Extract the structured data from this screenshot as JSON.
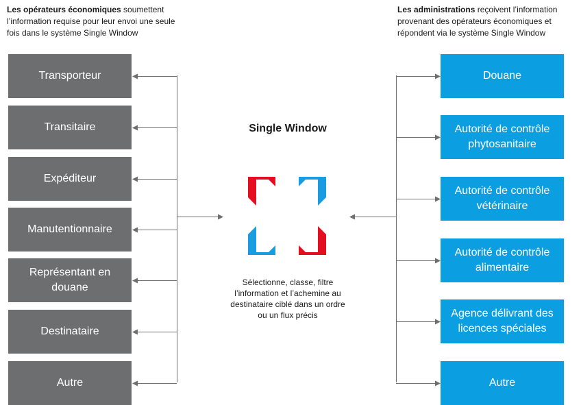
{
  "intro_left": {
    "bold": "Les opérateurs économiques",
    "text": " soumettent l’information requise pour leur envoi une seule fois dans le système Single Window"
  },
  "intro_right": {
    "bold": "Les administrations",
    "text": " reçoivent l’information provenant des opérateurs économiques et répondent via le système Single Window"
  },
  "operators": [
    "Transporteur",
    "Transitaire",
    "Expéditeur",
    "Manutentionnaire",
    "Représentant en douane",
    "Destinataire",
    "Autre"
  ],
  "administrations": [
    "Douane",
    "Autorité de contrôle phytosanitaire",
    "Autorité de contrôle vétérinaire",
    "Autorité de contrôle alimentaire",
    "Agence délivrant des licences spéciales",
    "Autre"
  ],
  "single_window": {
    "title": "Single Window",
    "description": "Sélectionne, classe, filtre l’information et l’achemine au destinataire ciblé dans un ordre ou un flux précis"
  },
  "colors": {
    "operator_box": "#6d6e70",
    "administration_box": "#0b9ee0",
    "connector": "#6d6e70",
    "logo_red": "#e30f20",
    "logo_blue": "#1a9ce0"
  }
}
